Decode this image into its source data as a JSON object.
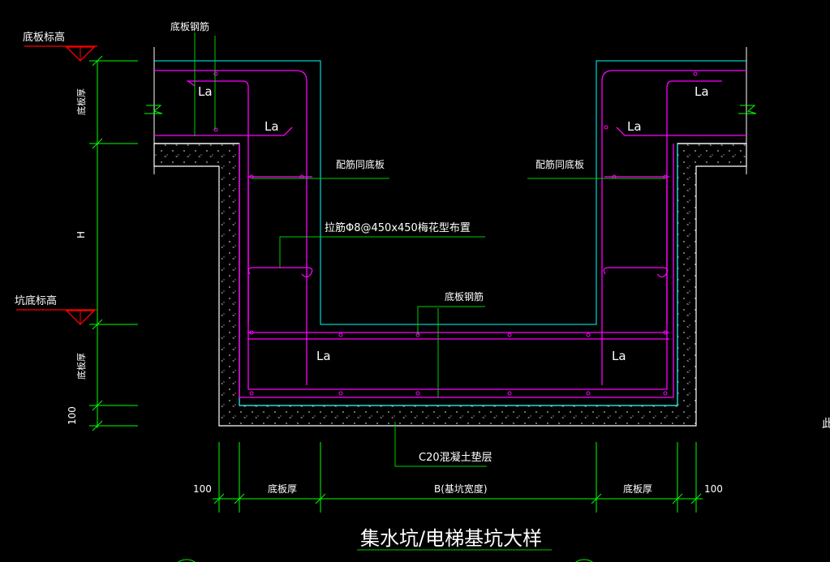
{
  "title": "集水坑/电梯基坑大样",
  "labels": {
    "bottom_slab_elev": "底板标高",
    "pit_bottom_elev": "坑底标高",
    "bottom_slab_rebar_top": "底板钢筋",
    "bottom_slab_rebar_mid": "底板钢筋",
    "dist_rebar_left": "配筋同底板",
    "dist_rebar_right": "配筋同底板",
    "tie_bars": "拉筋Φ8@450x450梅花型布置",
    "cushion": "C20混凝土垫层",
    "la_1": "La",
    "la_2": "La",
    "la_3": "La",
    "la_4": "La",
    "la_5": "La",
    "la_6": "La",
    "edge_char": "此"
  },
  "dims_vertical": {
    "slab_thk_top": "底板厚",
    "h": "H",
    "slab_thk_bottom": "底板厚",
    "cushion_100": "100"
  },
  "dims_horizontal": {
    "left_100": "100",
    "left_slab": "底板厚",
    "pit_width": "B(基坑宽度)",
    "right_slab": "底板厚",
    "right_100": "100"
  },
  "colors": {
    "background": "#000000",
    "concrete_outline": "#ffffff",
    "rebar": "#ff00ff",
    "cover_line": "#00ffff",
    "dimension": "#00ff00",
    "leader": "#00cc00",
    "elevation_mark": "#ff0000",
    "text": "#ffffff"
  }
}
